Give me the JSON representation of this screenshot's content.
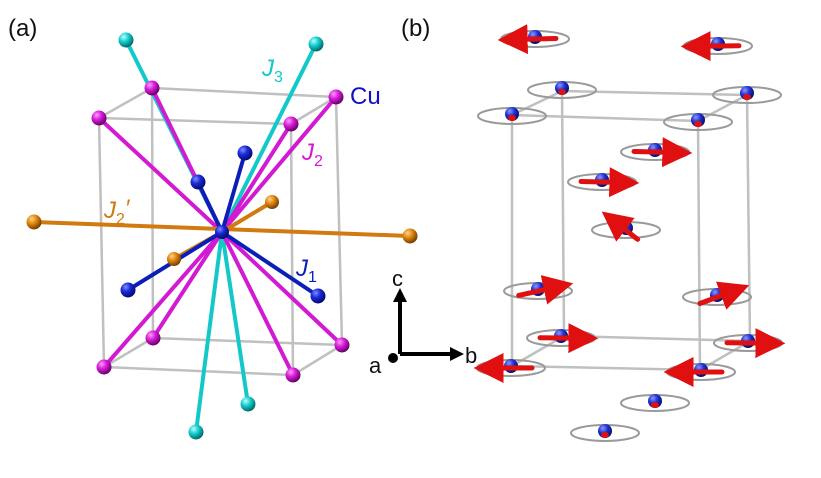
{
  "panels": {
    "a": "(a)",
    "b": "(b)"
  },
  "labels": {
    "J3": {
      "main": "J",
      "sub": "3"
    },
    "J2": {
      "main": "J",
      "sub": "2"
    },
    "J2p": {
      "main": "J",
      "sub": "2",
      "prime": "′"
    },
    "J1": {
      "main": "J",
      "sub": "1"
    },
    "Cu": "Cu"
  },
  "axes": {
    "a": "a",
    "b": "b",
    "c": "c"
  },
  "colors": {
    "cell": "#c0c0c0",
    "J1": "#0b1fb8",
    "J2": "#d21ad2",
    "J2prime": "#d07a10",
    "J3": "#12c8c8",
    "spin_arrow": "#e01010",
    "spin_sphere": "#1f2fd0",
    "spin_ring": "#9a9a9a"
  }
}
